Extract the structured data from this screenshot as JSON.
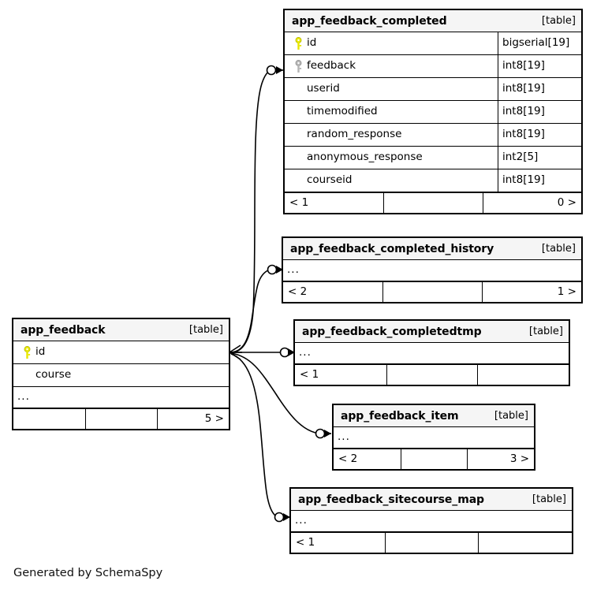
{
  "diagram": {
    "kind_label": "[table]",
    "ellipsis": "...",
    "credit": "Generated by SchemaSpy",
    "colors": {
      "primary_key": "#e8e800",
      "foreign_key": "#b4b4b4",
      "header_bg": "#f5f5f5",
      "border": "#000000",
      "background": "#ffffff"
    }
  },
  "tables": [
    {
      "id": "app_feedback_completed",
      "name": "app_feedback_completed",
      "kind": "[table]",
      "columns": [
        {
          "name": "id",
          "type": "bigserial[19]",
          "key": "primary-key-icon"
        },
        {
          "name": "feedback",
          "type": "int8[19]",
          "key": "foreign-key-icon"
        },
        {
          "name": "userid",
          "type": "int8[19]",
          "key": "none"
        },
        {
          "name": "timemodified",
          "type": "int8[19]",
          "key": "none"
        },
        {
          "name": "random_response",
          "type": "int8[19]",
          "key": "none"
        },
        {
          "name": "anonymous_response",
          "type": "int2[5]",
          "key": "none"
        },
        {
          "name": "courseid",
          "type": "int8[19]",
          "key": "none"
        }
      ],
      "has_ellipsis_row": false,
      "footer": [
        "< 1",
        "",
        "0 >"
      ]
    },
    {
      "id": "app_feedback_completed_history",
      "name": "app_feedback_completed_history",
      "kind": "[table]",
      "columns": [],
      "has_ellipsis_row": true,
      "footer": [
        "< 2",
        "",
        "1 >"
      ]
    },
    {
      "id": "app_feedback_completedtmp",
      "name": "app_feedback_completedtmp",
      "kind": "[table]",
      "columns": [],
      "has_ellipsis_row": true,
      "footer": [
        "< 1",
        "",
        ""
      ]
    },
    {
      "id": "app_feedback_item",
      "name": "app_feedback_item",
      "kind": "[table]",
      "columns": [],
      "has_ellipsis_row": true,
      "footer": [
        "< 2",
        "",
        "3 >"
      ]
    },
    {
      "id": "app_feedback_sitecourse_map",
      "name": "app_feedback_sitecourse_map",
      "kind": "[table]",
      "columns": [],
      "has_ellipsis_row": true,
      "footer": [
        "< 1",
        "",
        ""
      ]
    },
    {
      "id": "app_feedback",
      "name": "app_feedback",
      "kind": "[table]",
      "columns": [
        {
          "name": "id",
          "type": "",
          "key": "primary-key-icon"
        },
        {
          "name": "course",
          "type": "",
          "key": "none"
        }
      ],
      "has_ellipsis_row": true,
      "footer": [
        "",
        "",
        "5 >"
      ]
    }
  ],
  "relationships": [
    {
      "from": "app_feedback",
      "to": "app_feedback_completed",
      "from_column": "id",
      "to_column": "feedback"
    },
    {
      "from": "app_feedback",
      "to": "app_feedback_completed_history",
      "from_column": "id",
      "to_column": "..."
    },
    {
      "from": "app_feedback",
      "to": "app_feedback_completedtmp",
      "from_column": "id",
      "to_column": "..."
    },
    {
      "from": "app_feedback",
      "to": "app_feedback_item",
      "from_column": "id",
      "to_column": "..."
    },
    {
      "from": "app_feedback",
      "to": "app_feedback_sitecourse_map",
      "from_column": "id",
      "to_column": "..."
    }
  ]
}
